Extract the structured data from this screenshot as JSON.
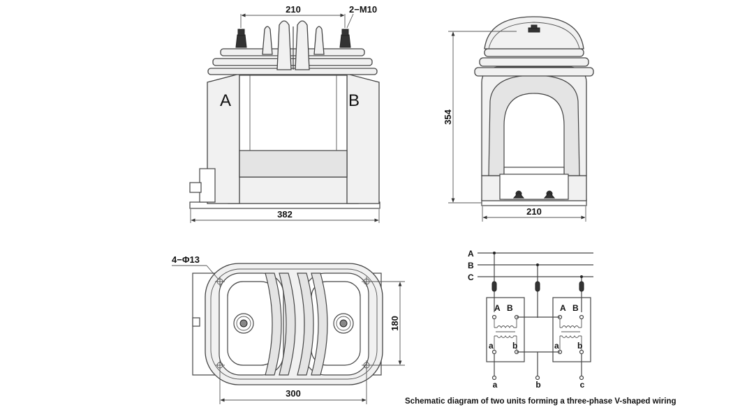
{
  "front_view": {
    "top_width": "210",
    "terminal_thread": "2−M10",
    "primary_left": "A",
    "primary_right": "B",
    "overall_length": "382"
  },
  "side_view": {
    "height": "354",
    "base_width": "210"
  },
  "top_view": {
    "mount_holes": "4−Φ13",
    "hole_spacing_y": "180",
    "hole_spacing_x": "300"
  },
  "schematic": {
    "phase_lines": [
      "A",
      "B",
      "C"
    ],
    "unit_left": {
      "primary_a": "A",
      "primary_b": "B",
      "secondary_a": "a",
      "secondary_b": "b"
    },
    "unit_right": {
      "primary_a": "A",
      "primary_b": "B",
      "secondary_a": "a",
      "secondary_b": "b"
    },
    "outputs": [
      "a",
      "b",
      "c"
    ],
    "caption": "Schematic diagram of two units forming a three-phase V-shaped wiring"
  }
}
